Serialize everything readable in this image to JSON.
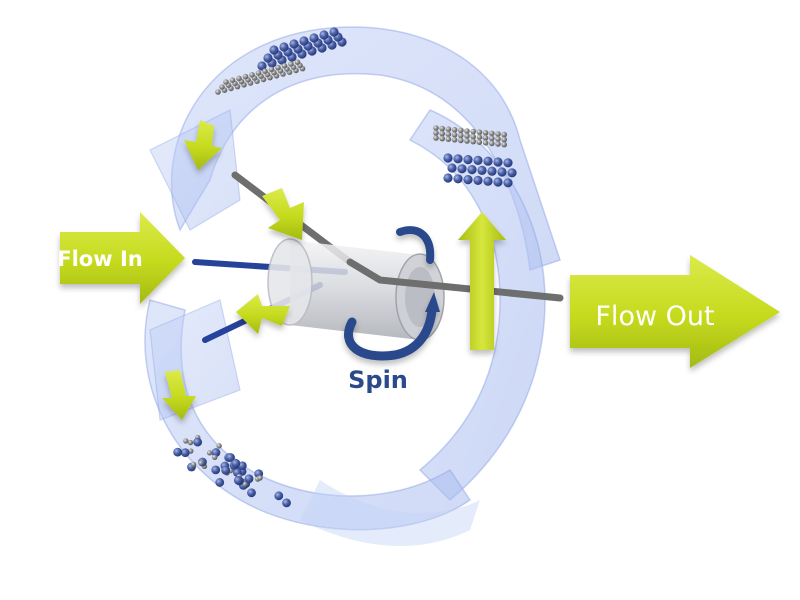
{
  "labels": {
    "flow_in": "Flow In",
    "flow_out": "Flow Out",
    "spin": "Spin"
  },
  "icons": {
    "flow_in": "right-arrow-icon",
    "flow_out": "right-arrow-icon",
    "spin": "curved-arrow-icon",
    "loop_down": "down-arrow-icon",
    "loop_up": "up-arrow-icon"
  },
  "colors": {
    "arrow_green": "#c8dc1e",
    "arrow_green_dark": "#9fb514",
    "ring_blue": "#b8c8f4",
    "ring_edge": "#8fa6e6",
    "spin_blue": "#2b4a8c",
    "rod_gray": "#6e6e6e",
    "rod_blue": "#27429a",
    "particle_blue": "#3a4f92",
    "particle_gray": "#8a8a8a",
    "label_text": "#ffffff"
  }
}
